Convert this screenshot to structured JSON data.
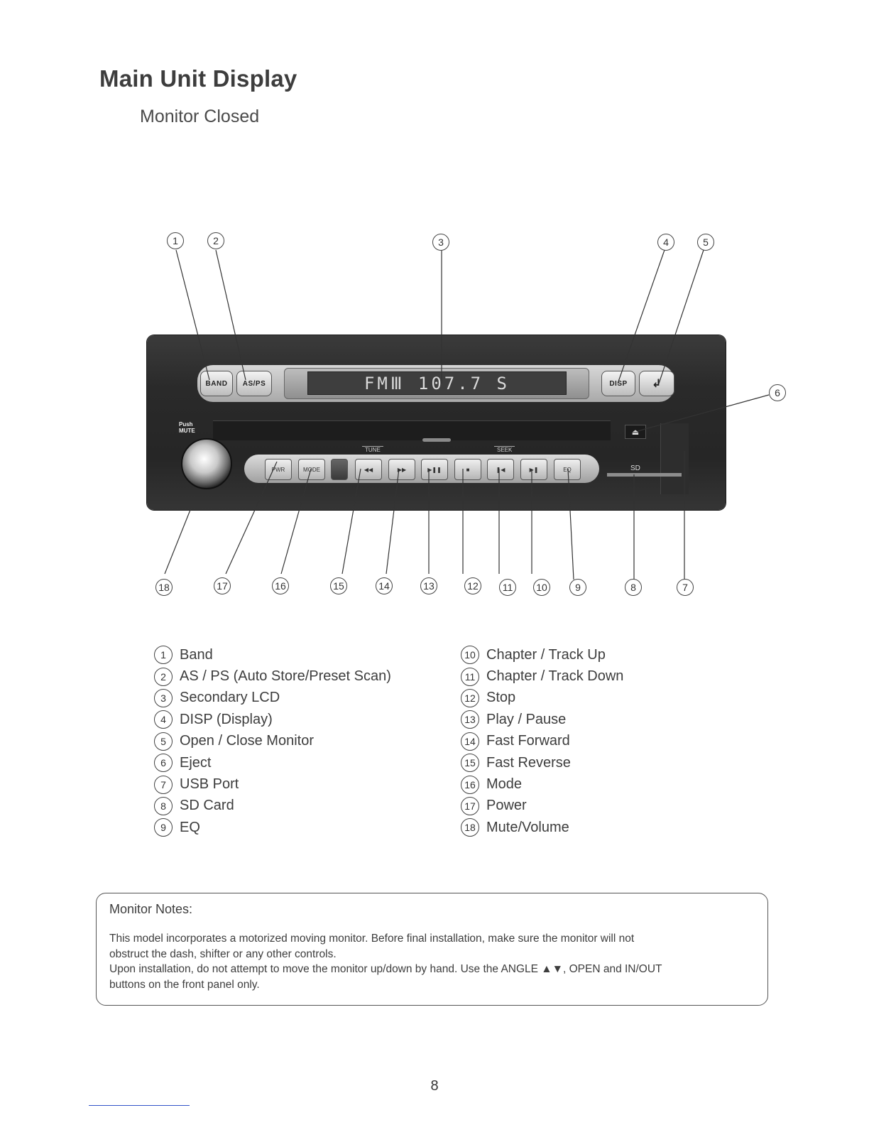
{
  "header": {
    "title": "Main Unit Display",
    "subtitle": "Monitor Closed"
  },
  "device": {
    "band_label": "BAND",
    "asps_label": "AS/PS",
    "lcd_text": "FMⅢ 107.7 S",
    "disp_label": "DISP",
    "push_label": "Push",
    "mute_label": "MUTE",
    "pwr_label": "PWR",
    "mode_label": "MODE",
    "tune_label": "TUNE",
    "seek_label": "SEEK",
    "eq_label": "EQ",
    "sd_label": "SD",
    "eject_glyph": "⏏",
    "open_glyph": "↲",
    "fr_glyph": "◀◀",
    "ff_glyph": "▶▶",
    "play_glyph": "▶❚❚",
    "stop_glyph": "■",
    "prev_glyph": "❚◀",
    "next_glyph": "▶❚"
  },
  "callouts": [
    "1",
    "2",
    "3",
    "4",
    "5",
    "6",
    "7",
    "8",
    "9",
    "10",
    "11",
    "12",
    "13",
    "14",
    "15",
    "16",
    "17",
    "18"
  ],
  "legend": {
    "left": [
      {
        "n": "1",
        "label": "Band"
      },
      {
        "n": "2",
        "label": "AS / PS (Auto Store/Preset Scan)"
      },
      {
        "n": "3",
        "label": "Secondary LCD"
      },
      {
        "n": "4",
        "label": "DISP (Display)"
      },
      {
        "n": "5",
        "label": "Open / Close Monitor"
      },
      {
        "n": "6",
        "label": "Eject"
      },
      {
        "n": "7",
        "label": "USB Port"
      },
      {
        "n": "8",
        "label": "SD Card"
      },
      {
        "n": "9",
        "label": "EQ"
      }
    ],
    "right": [
      {
        "n": "10",
        "label": "Chapter / Track Up"
      },
      {
        "n": "11",
        "label": "Chapter / Track Down"
      },
      {
        "n": "12",
        "label": "Stop"
      },
      {
        "n": "13",
        "label": "Play / Pause"
      },
      {
        "n": "14",
        "label": "Fast Forward"
      },
      {
        "n": "15",
        "label": "Fast Reverse"
      },
      {
        "n": "16",
        "label": "Mode"
      },
      {
        "n": "17",
        "label": "Power"
      },
      {
        "n": "18",
        "label": "Mute/Volume"
      }
    ]
  },
  "notes": {
    "title": "Monitor Notes:",
    "lines": [
      "This model incorporates a motorized moving monitor. Before final installation, make sure the monitor will not",
      "obstruct the dash, shifter or any other controls.",
      "Upon installation, do not attempt to move the monitor up/down by hand. Use the ANGLE ▲▼, OPEN and IN/OUT",
      "buttons on the front panel only."
    ]
  },
  "page_number": "8"
}
